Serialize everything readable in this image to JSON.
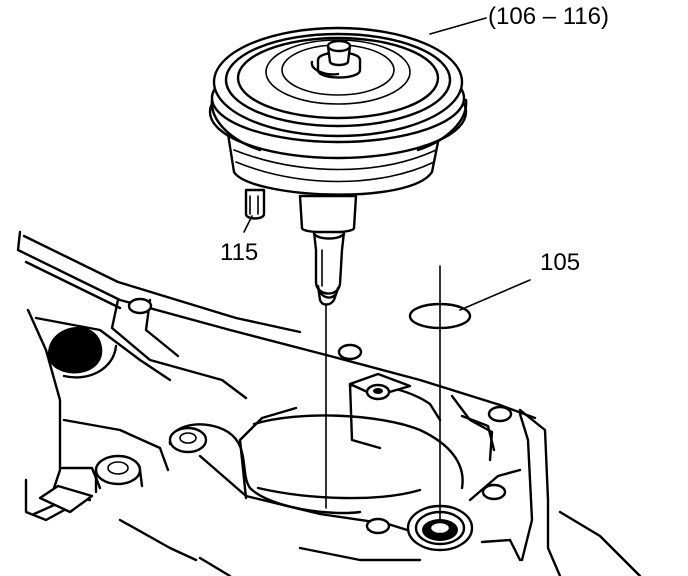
{
  "diagram": {
    "callouts": {
      "assembly_range": "(106 – 116)",
      "part_115": "115",
      "part_105": "105"
    },
    "colors": {
      "line": "#000000",
      "background": "#ffffff"
    }
  }
}
